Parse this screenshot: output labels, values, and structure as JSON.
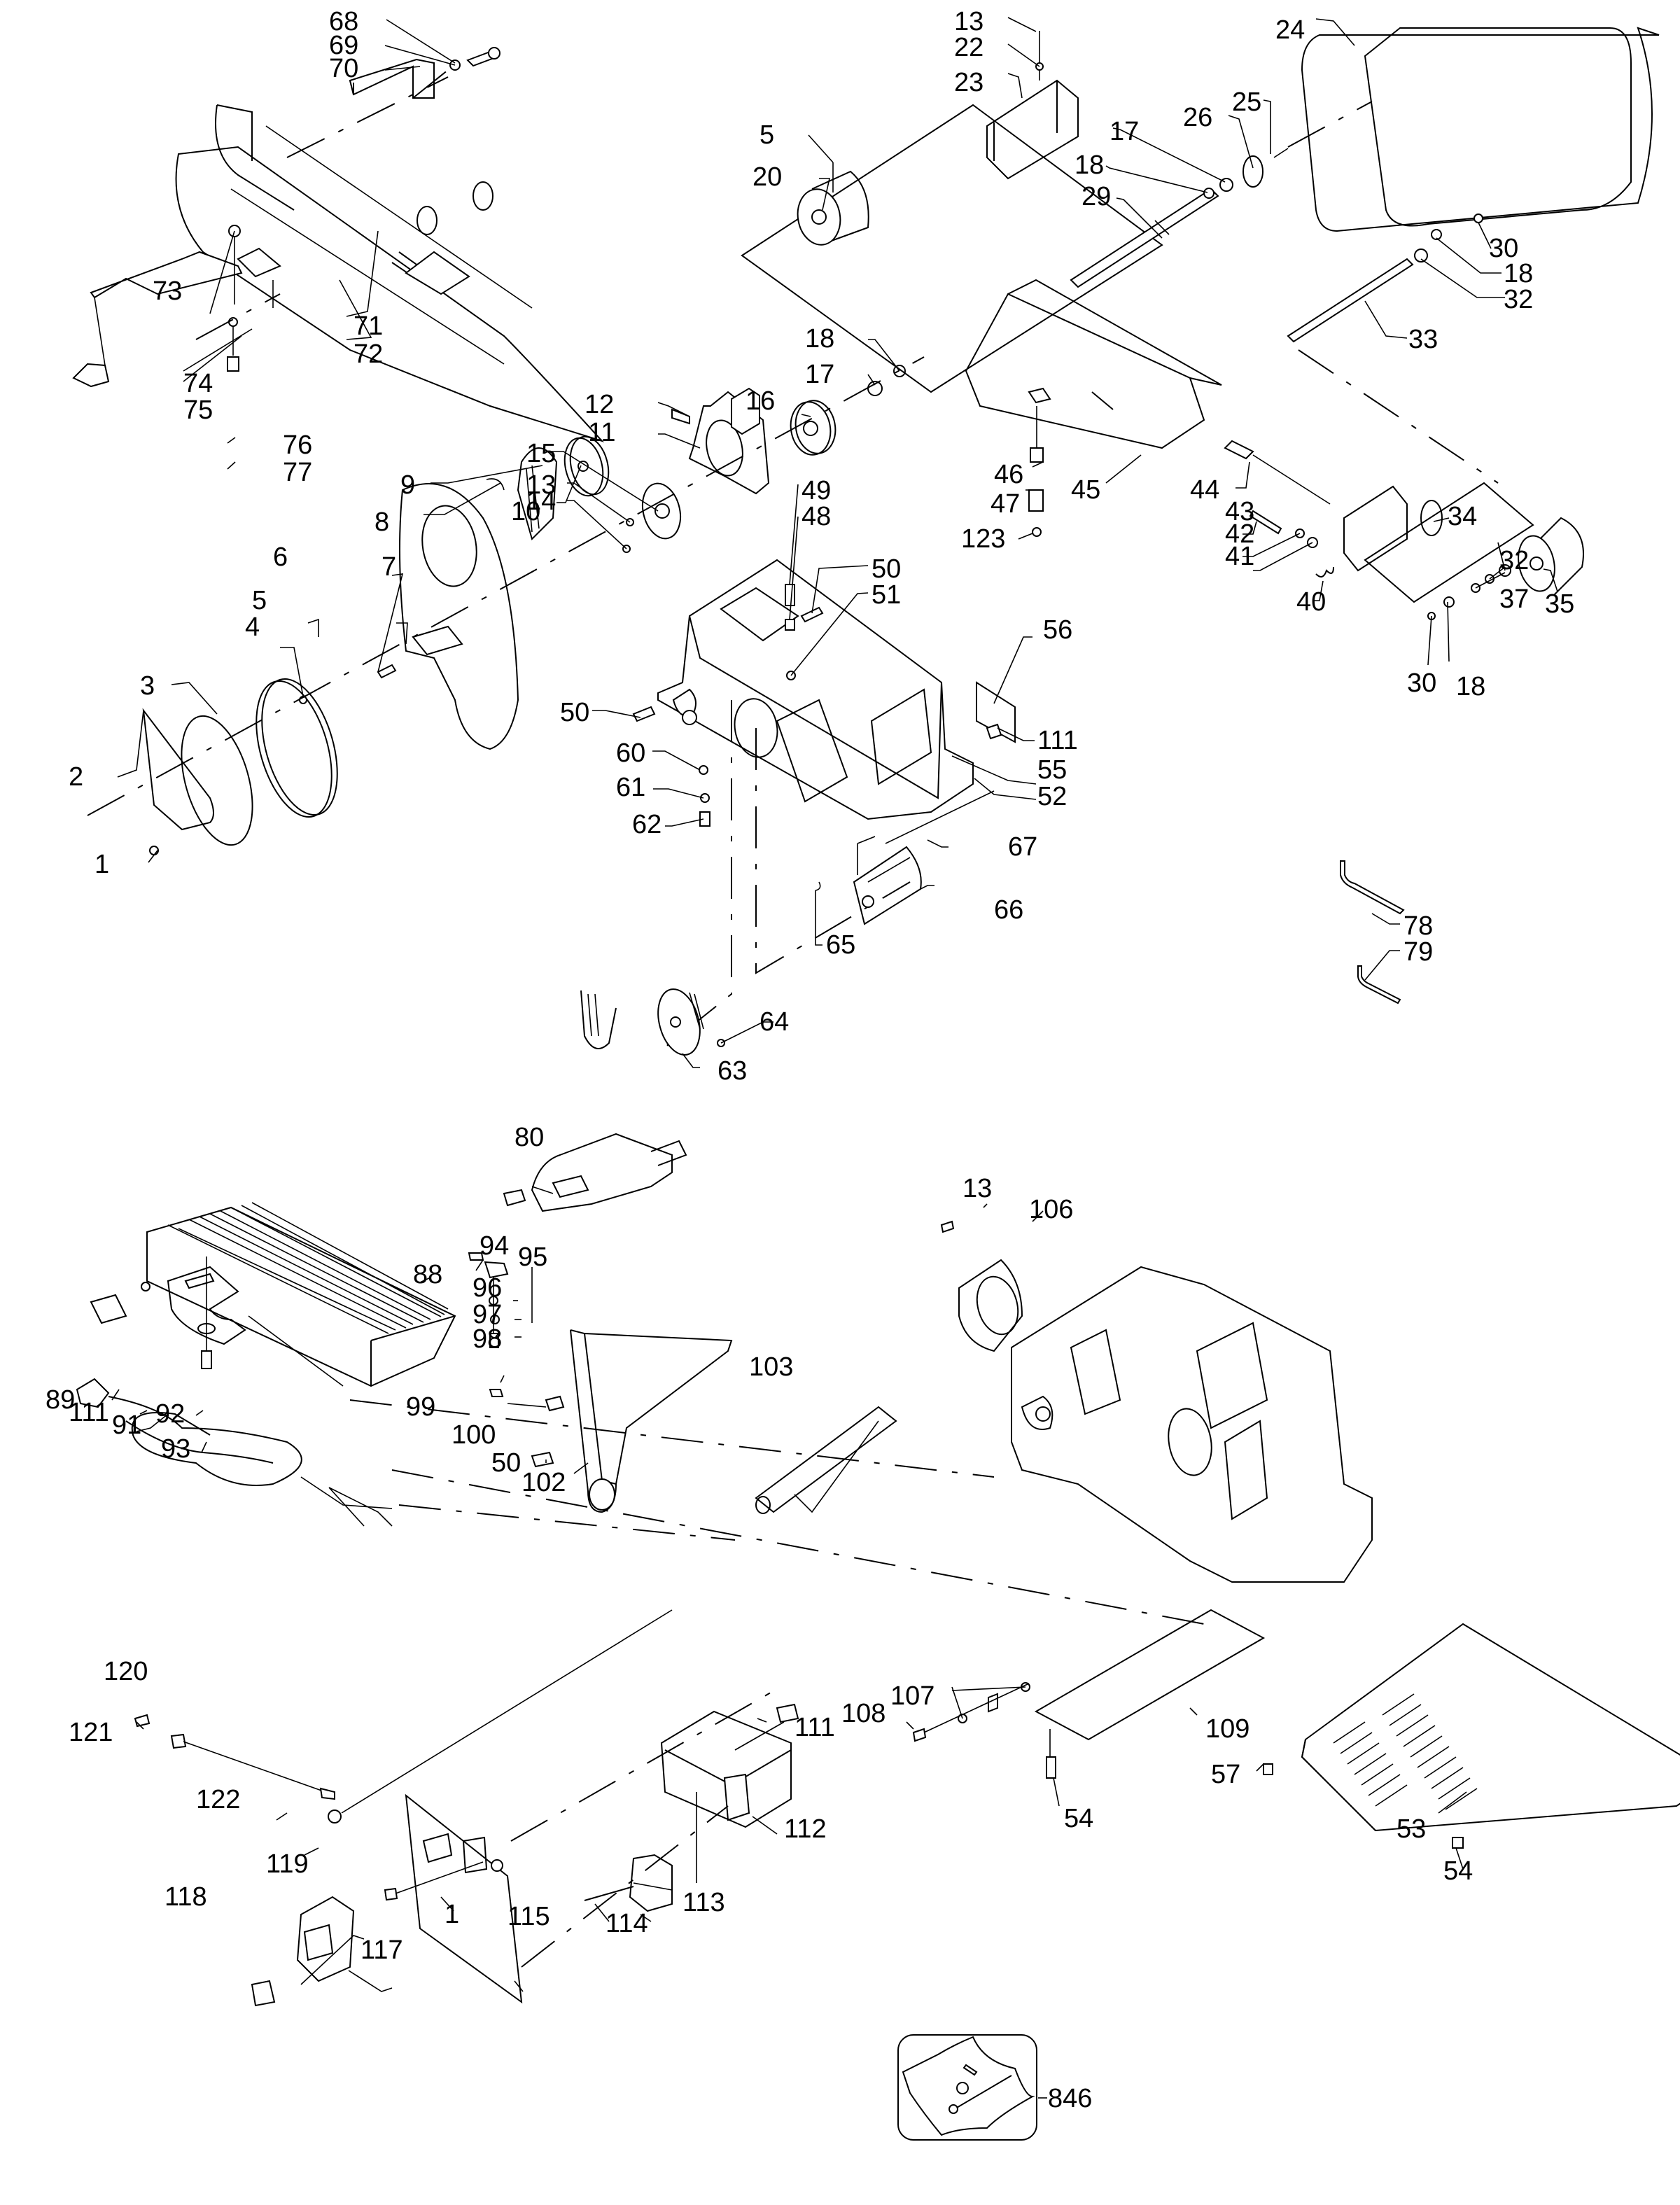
{
  "diagram": {
    "type": "exploded-parts-diagram",
    "subject": "belt and disc sander assembly",
    "kit_callout": "846",
    "labels": {
      "l1a": "1",
      "l2": "2",
      "l3": "3",
      "l4": "4",
      "l5a": "5",
      "l6": "6",
      "l7": "7",
      "l8": "8",
      "l9": "9",
      "l10": "10",
      "l11": "11",
      "l12": "12",
      "l13a": "13",
      "l14": "14",
      "l15": "15",
      "l16": "16",
      "l17a": "17",
      "l18a": "18",
      "l5b": "5",
      "l20": "20",
      "l13b": "13",
      "l22": "22",
      "l23": "23",
      "l24": "24",
      "l25": "25",
      "l26": "26",
      "l17b": "17",
      "l18b": "18",
      "l29": "29",
      "l30a": "30",
      "l18c": "18",
      "l32a": "32",
      "l33": "33",
      "l34": "34",
      "l35": "35",
      "l32b": "32",
      "l37": "37",
      "l30b": "30",
      "l18d": "18",
      "l40": "40",
      "l41": "41",
      "l42": "42",
      "l43": "43",
      "l44": "44",
      "l45": "45",
      "l46": "46",
      "l47": "47",
      "l123": "123",
      "l48": "48",
      "l49": "49",
      "l50a": "50",
      "l51": "51",
      "l50b": "50",
      "l56": "56",
      "l111a": "111",
      "l55": "55",
      "l52": "52",
      "l60": "60",
      "l61": "61",
      "l62": "62",
      "l67": "67",
      "l66": "66",
      "l65": "65",
      "l64": "64",
      "l63": "63",
      "l68": "68",
      "l69": "69",
      "l70": "70",
      "l71": "71",
      "l72": "72",
      "l73": "73",
      "l74": "74",
      "l75": "75",
      "l76": "76",
      "l77": "77",
      "l78": "78",
      "l79": "79",
      "l80": "80",
      "l88": "88",
      "l89": "89",
      "l111b": "111",
      "l91": "91",
      "l92": "92",
      "l93": "93",
      "l94": "94",
      "l95": "95",
      "l96": "96",
      "l97": "97",
      "l98": "98",
      "l99": "99",
      "l100": "100",
      "l50c": "50",
      "l102": "102",
      "l103": "103",
      "l13c": "13",
      "l106": "106",
      "l107": "107",
      "l108": "108",
      "l109": "109",
      "l54a": "54",
      "l111c": "111",
      "l112": "112",
      "l120": "120",
      "l121": "121",
      "l122": "122",
      "l119": "119",
      "l118": "118",
      "l117": "117",
      "l1b": "1",
      "l115": "115",
      "l114": "114",
      "l113": "113",
      "l57": "57",
      "l53": "53",
      "l54b": "54",
      "l846": "846"
    }
  }
}
